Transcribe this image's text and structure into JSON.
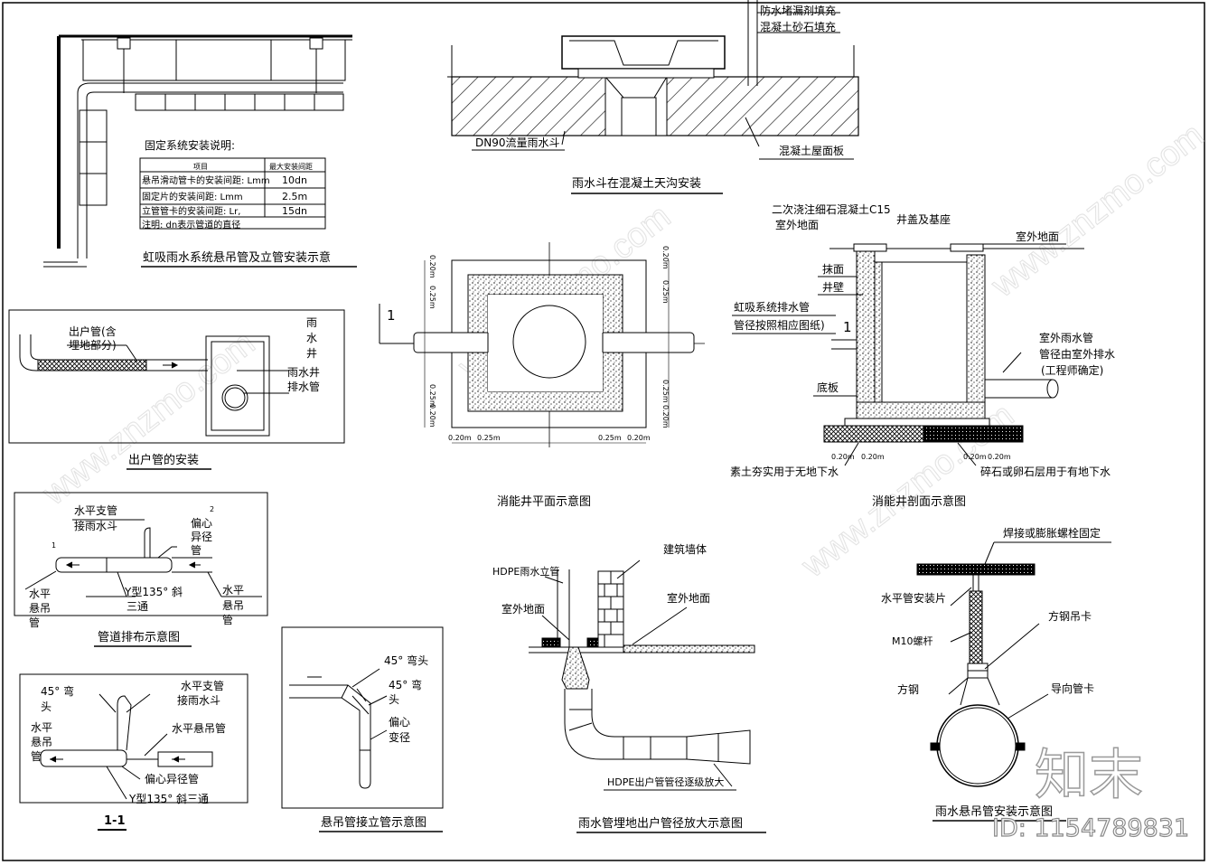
{
  "siphonic": {
    "notes_title": "固定系统安装说明:",
    "table_header": [
      "项目",
      "最大安装间距"
    ],
    "table_rows": [
      [
        "悬吊滑动管卡的安装间距: Lmm",
        "10dn"
      ],
      [
        "固定片的安装间距: Lmm",
        "2.5m"
      ],
      [
        "立管管卡的安装间距: Lr,",
        "15dn"
      ]
    ],
    "table_note": "注明: dn表示管道的直径",
    "caption": "虹吸雨水系统悬吊管及立管安装示意"
  },
  "gutter": {
    "label_top1": "防水堵漏剂填充",
    "label_top2": "混凝土砂石填充",
    "label_dn90": "DN90流量雨水斗",
    "label_slab": "混凝土屋面板",
    "caption": "雨水斗在混凝土天沟安装"
  },
  "outlet": {
    "label_pipe": "出户管(含",
    "label_pipe2": "埋地部分)",
    "label_well": [
      "雨",
      "水",
      "井"
    ],
    "label_drain1": "雨水井",
    "label_drain2": "排水管",
    "caption": "出户管的安装"
  },
  "plan": {
    "section_mark": "1",
    "dims_left": [
      "0.20m",
      "0.25m",
      "0.25m",
      "0.20m"
    ],
    "dims_right": [
      "0.20m",
      "0.25m",
      "0.25m",
      "0.20m"
    ],
    "dims_bottom": [
      "0.20m",
      "0.25m",
      "0.25m",
      "0.20m"
    ],
    "caption": "消能井平面示意图"
  },
  "section": {
    "label_c15": "二次浇注细石混凝土C15",
    "label_ground1": "室外地面",
    "label_cover": "井盖及基座",
    "label_ground2": "室外地面",
    "label_plaster": "抹面",
    "label_wall": "井壁",
    "label_siphon1": "虹吸系统排水管",
    "label_siphon2": "管径按照相应图纸)",
    "section_mark": "1",
    "label_out1": "室外雨水管",
    "label_out2": "管径由室外排水",
    "label_out3": "(工程师确定)",
    "label_base": "底板",
    "dims_bottom": [
      "0.20m",
      "0.20m",
      "0.20m",
      "0.20m"
    ],
    "label_soil": "素土夯实用于无地下水",
    "label_gravel": "碎石或卵石层用于有地下水",
    "caption": "消能井剖面示意图"
  },
  "layout": {
    "label_branch1": "水平支管",
    "label_branch2": "接雨水斗",
    "label_ecc": [
      "偏心",
      "异径",
      "管"
    ],
    "mark_2": "2",
    "mark_1": "1",
    "label_hang_left": [
      "水平",
      "悬吊",
      "管"
    ],
    "label_tee": "Y型135° 斜",
    "label_tee2": "三通",
    "label_hang_right": [
      "水平",
      "悬吊",
      "管"
    ],
    "caption": "管道排布示意图"
  },
  "section11": {
    "label_elbow": [
      "45° 弯",
      "头"
    ],
    "label_branch1": "水平支管",
    "label_branch2": "接雨水斗",
    "label_hang": "水平悬吊管",
    "label_left": [
      "水平",
      "悬吊",
      "管"
    ],
    "label_ecc": "偏心异径管",
    "label_tee": "Y型135° 斜三通",
    "caption": "1-1"
  },
  "hangvert": {
    "label_elbow1": "45° 弯头",
    "label_elbow2": [
      "45° 弯",
      "头"
    ],
    "label_ecc": [
      "偏心",
      "变径"
    ],
    "caption": "悬吊管接立管示意图"
  },
  "buried": {
    "label_hdpe": "HDPE雨水立管",
    "label_wall": "建筑墙体",
    "label_ground_l": "室外地面",
    "label_ground_r": "室外地面",
    "label_enlarge": "HDPE出户管管径逐级放大",
    "caption": "雨水管埋地出户管径放大示意图"
  },
  "hanger": {
    "label_fix": "焊接或膨胀螺栓固定",
    "label_plate": "水平管安装片",
    "label_rod": "M10螺杆",
    "label_clip": "方钢吊卡",
    "label_steel": "方钢",
    "label_guide": "导向管卡",
    "caption": "雨水悬吊管安装示意图"
  },
  "brand": {
    "logo": "知末",
    "id": "ID: 1154789831"
  }
}
